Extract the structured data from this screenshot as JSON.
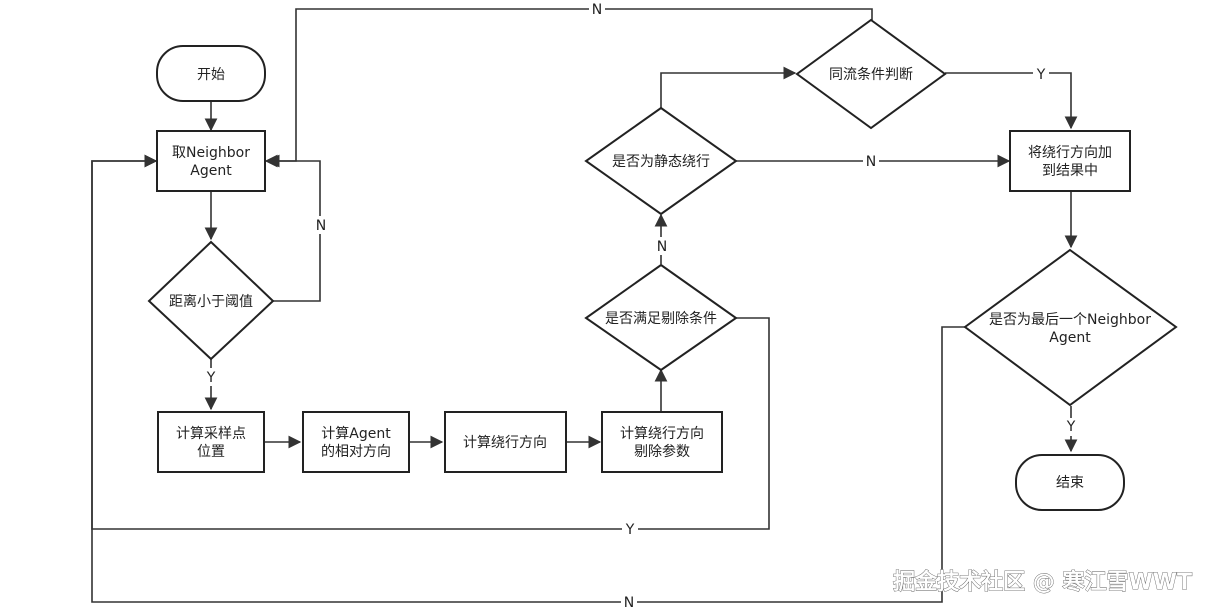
{
  "nodes": {
    "start": "开始",
    "get_neighbor": [
      "取Neighbor",
      "Agent"
    ],
    "distance_check": "距离小于阈值",
    "calc_sample": [
      "计算采样点",
      "位置"
    ],
    "calc_relative": [
      "计算Agent",
      "的相对方向"
    ],
    "calc_detour": "计算绕行方向",
    "calc_remove": [
      "计算绕行方向",
      "剔除参数"
    ],
    "remove_check": "是否满足剔除条件",
    "static_check": "是否为静态绕行",
    "same_flow": "同流条件判断",
    "add_result": [
      "将绕行方向加",
      "到结果中"
    ],
    "last_check": [
      "是否为最后一个Neighbor",
      "Agent"
    ],
    "end": "结束"
  },
  "edge_labels": {
    "yes": "Y",
    "no": "N"
  },
  "watermark": "掘金技术社区 @ 寒江雪WWT"
}
